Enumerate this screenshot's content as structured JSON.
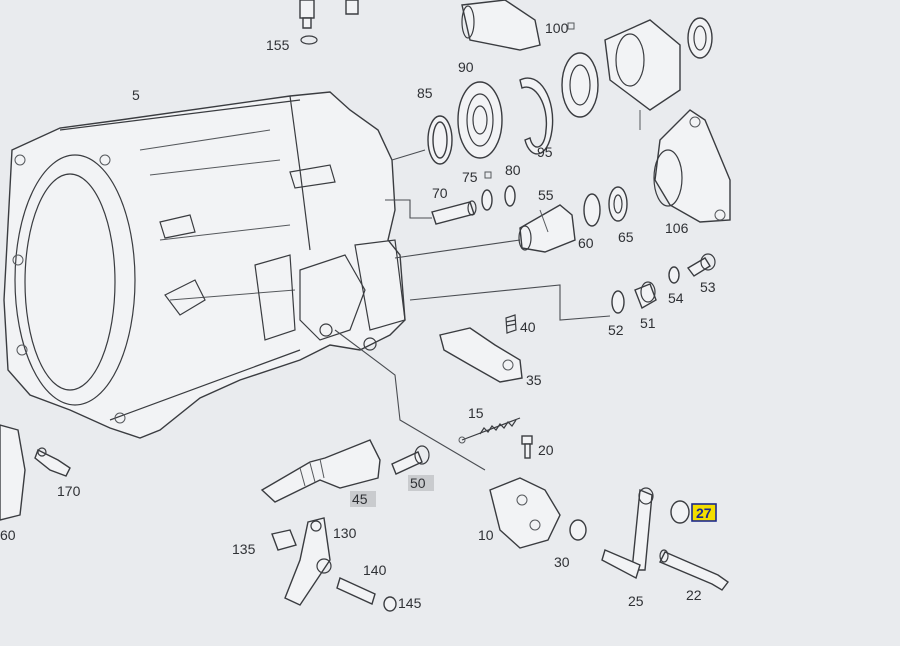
{
  "diagram": {
    "labels": {
      "l5": "5",
      "l10": "10",
      "l15": "15",
      "l20": "20",
      "l22": "22",
      "l25": "25",
      "l27": "27",
      "l30": "30",
      "l35": "35",
      "l40": "40",
      "l45": "45",
      "l50": "50",
      "l51": "51",
      "l52": "52",
      "l53": "53",
      "l54": "54",
      "l55": "55",
      "l60": "60",
      "l60b": "60",
      "l65": "65",
      "l70": "70",
      "l75": "75",
      "l80": "80",
      "l85": "85",
      "l90": "90",
      "l95": "95",
      "l100": "100",
      "l106": "106",
      "l130": "130",
      "l135": "135",
      "l140": "140",
      "l145": "145",
      "l155": "155",
      "l170": "170"
    },
    "highlighted_part": "27",
    "colors": {
      "background": "#e9ebee",
      "line": "#3a3c40",
      "highlight_fill": "#f3dd00",
      "highlight_border": "#1d2a8c",
      "grey_tag": "#c9cbce"
    }
  }
}
